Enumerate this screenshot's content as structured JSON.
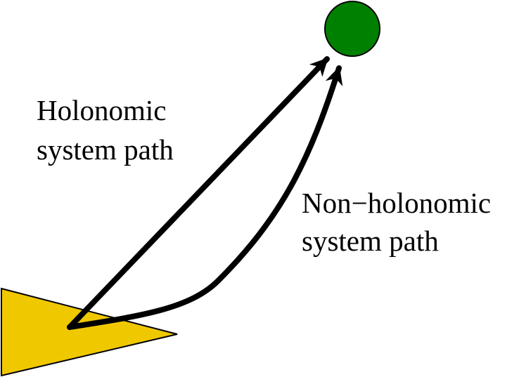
{
  "labels": {
    "holonomic": {
      "line1": "Holonomic",
      "line2": "system path"
    },
    "non_holonomic": {
      "line1": "Non−holonomic",
      "line2": "system path"
    }
  },
  "colors": {
    "robot_fill": "#f0c800",
    "robot_stroke": "#000000",
    "goal_fill": "#008000",
    "goal_stroke": "#000000",
    "path_stroke": "#000000",
    "background": "#ffffff"
  },
  "icons": {
    "robot": "yellow-triangle",
    "goal": "green-circle"
  }
}
